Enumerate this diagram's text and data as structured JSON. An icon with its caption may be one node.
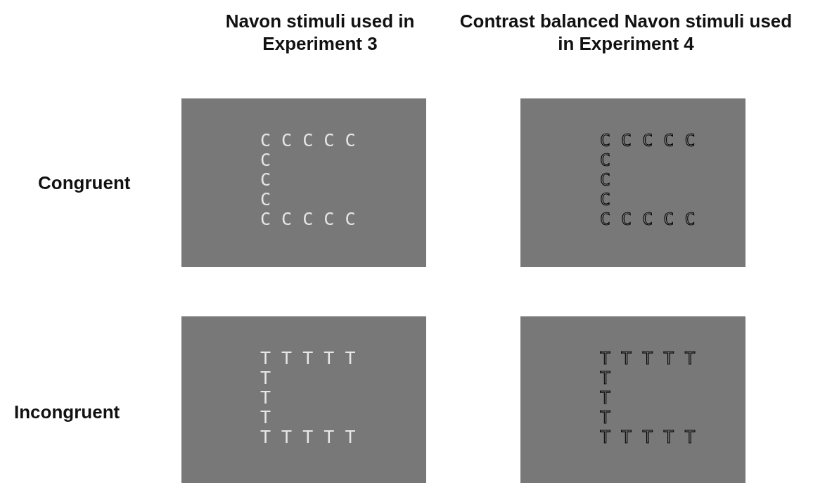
{
  "diagram": {
    "nodes": [
      {
        "text": [
          "C C C C C",
          "C",
          "C",
          "C",
          "C C C C C"
        ]
      },
      {
        "text": [
          "C C C C C",
          "C",
          "C",
          "C",
          "C C C C C"
        ]
      },
      {
        "text": [
          "T T T T T",
          "T",
          "T",
          "T",
          "T T T T T"
        ]
      },
      {
        "text": [
          "T T T T T",
          "T",
          "T",
          "T",
          "T T T T T"
        ]
      }
    ],
    "labels": [
      "Navon stimuli used in Experiment 3",
      "Contrast balanced Navon stimuli used in Experiment 4",
      "Congruent",
      "Incongruent"
    ]
  }
}
